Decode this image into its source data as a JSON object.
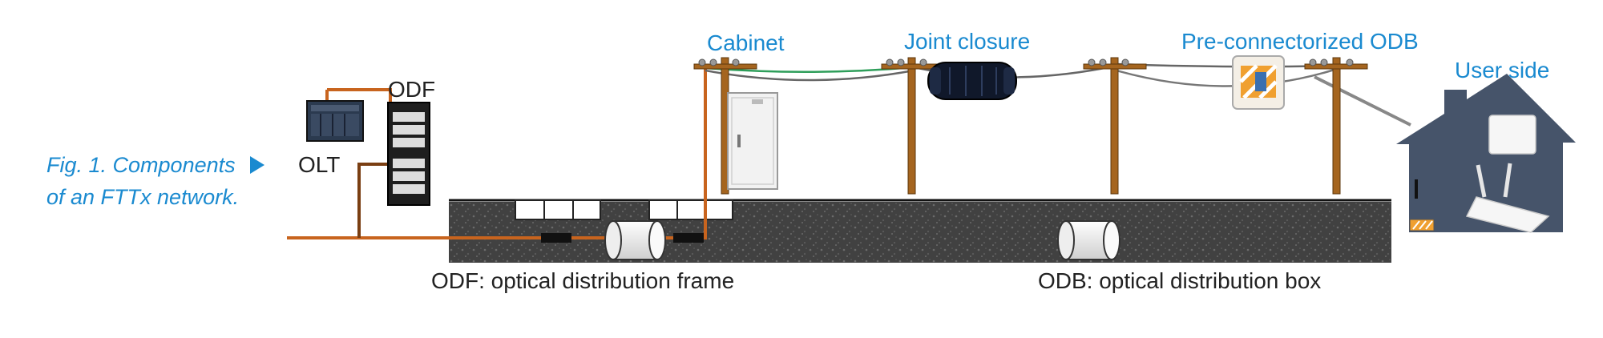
{
  "caption": {
    "line1": "Fig. 1. Components",
    "line2": "of an FTTx network."
  },
  "labels": {
    "cabinet": "Cabinet",
    "joint_closure": "Joint closure",
    "odb": "Pre-connectorized ODB",
    "user_side": "User side",
    "odf": "ODF",
    "olt": "OLT"
  },
  "legend": {
    "odf_def": "ODF: optical distribution frame",
    "odb_def": "ODB: optical distribution box"
  },
  "colors": {
    "accent": "#1a8ad0",
    "fiber": "#c8641e",
    "ground": "#3e3e3e",
    "pole": "#a5651f",
    "house": "#46546a",
    "aerial_green": "#2e9e5a"
  }
}
